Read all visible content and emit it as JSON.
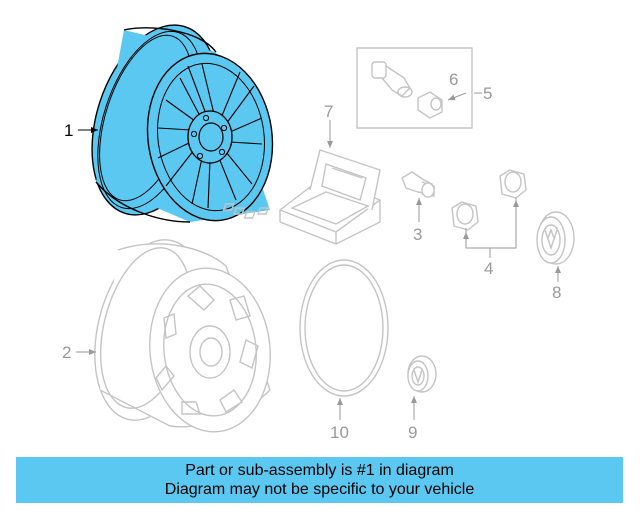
{
  "colors": {
    "highlight": "#5bc8f2",
    "ghost_line": "#c4c4c4",
    "callout_text": "#9a9a9a",
    "active_text": "#000000"
  },
  "diagram": {
    "callouts": {
      "c1": "1",
      "c2": "2",
      "c3": "3",
      "c4": "4",
      "c5": "5",
      "c6": "6",
      "c7": "7",
      "c8": "8",
      "c9": "9",
      "c10": "10"
    },
    "highlighted_part": "1"
  },
  "caption": {
    "line1": "Part or sub-assembly is #1 in diagram",
    "line2": "Diagram may not be specific to your vehicle"
  }
}
